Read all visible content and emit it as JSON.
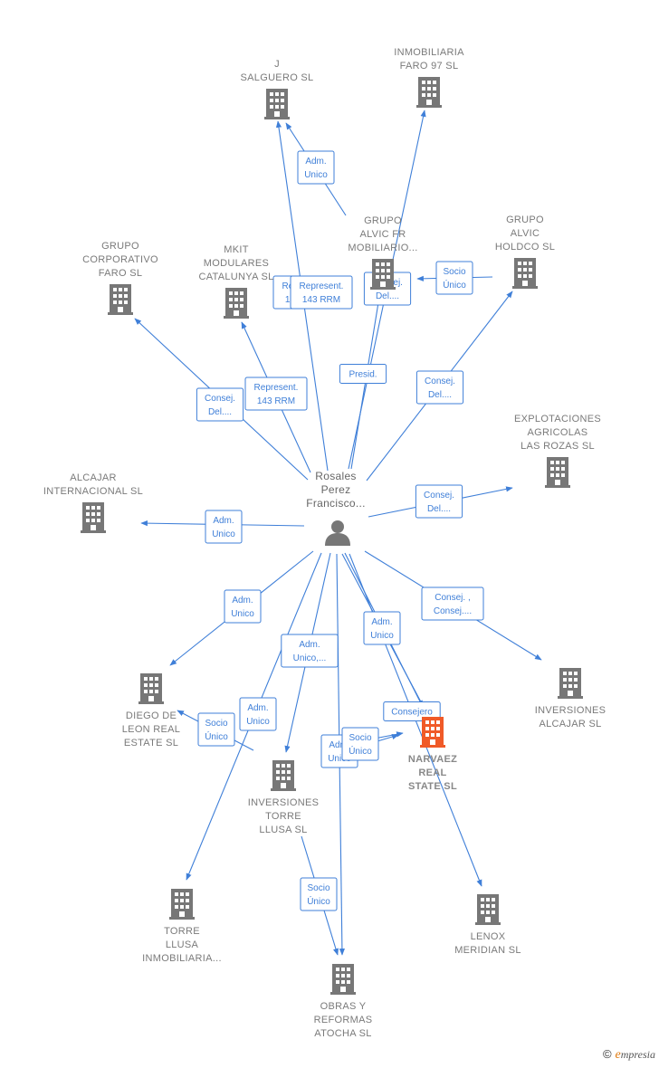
{
  "colors": {
    "edge": "#3f7fd8",
    "building": "#777777",
    "building_highlight": "#f05a28",
    "person": "#777777"
  },
  "center": {
    "id": "rosales",
    "lines": [
      "Rosales",
      "Perez",
      "Francisco..."
    ],
    "icon": "person-icon"
  },
  "nodes": [
    {
      "id": "j_salguero",
      "lines": [
        "J",
        "SALGUERO  SL"
      ]
    },
    {
      "id": "inmob_faro",
      "lines": [
        "INMOBILIARIA",
        "FARO 97 SL"
      ]
    },
    {
      "id": "grupo_alvic_fr",
      "lines": [
        "GRUPO",
        "ALVIC FR",
        "MOBILIARIO..."
      ]
    },
    {
      "id": "grupo_alvic_holdco",
      "lines": [
        "GRUPO",
        "ALVIC",
        "HOLDCO  SL"
      ]
    },
    {
      "id": "grupo_corp_faro",
      "lines": [
        "GRUPO",
        "CORPORATIVO",
        "FARO  SL"
      ]
    },
    {
      "id": "mkit",
      "lines": [
        "MKIT",
        "MODULARES",
        "CATALUNYA SL"
      ]
    },
    {
      "id": "explotaciones",
      "lines": [
        "EXPLOTACIONES",
        "AGRICOLAS",
        "LAS ROZAS SL"
      ]
    },
    {
      "id": "alcajar_int",
      "lines": [
        "ALCAJAR",
        "INTERNACIONAL SL"
      ]
    },
    {
      "id": "diego_leon",
      "lines": [
        "DIEGO DE",
        "LEON REAL",
        "ESTATE  SL"
      ]
    },
    {
      "id": "inversiones_alcajar",
      "lines": [
        "INVERSIONES",
        "ALCAJAR  SL"
      ]
    },
    {
      "id": "narvaez",
      "lines": [
        "NARVAEZ",
        "REAL",
        "STATE  SL"
      ],
      "highlight": true
    },
    {
      "id": "inv_torre_llusa",
      "lines": [
        "INVERSIONES",
        "TORRE",
        "LLUSA  SL"
      ]
    },
    {
      "id": "torre_llusa_inmob",
      "lines": [
        "TORRE",
        "LLUSA",
        "INMOBILIARIA..."
      ]
    },
    {
      "id": "lenox",
      "lines": [
        "LENOX",
        "MERIDIAN  SL"
      ]
    },
    {
      "id": "obras_reformas",
      "lines": [
        "OBRAS Y",
        "REFORMAS",
        "ATOCHA  SL"
      ]
    }
  ],
  "edges": [
    {
      "from": "rosales",
      "to": "j_salguero",
      "lines": [
        "Represent.",
        "143 RRM"
      ]
    },
    {
      "from": "grupo_alvic_fr",
      "to": "j_salguero",
      "lines": [
        "Adm.",
        "Unico"
      ]
    },
    {
      "from": "rosales",
      "to": "inmob_faro",
      "lines": [
        "Presid."
      ]
    },
    {
      "from": "grupo_alvic_fr",
      "to": "mkit",
      "lines": [
        "Represent.",
        "143 RRM"
      ]
    },
    {
      "from": "rosales",
      "to": "grupo_alvic_fr",
      "lines": [
        "Consej.",
        "Del...."
      ]
    },
    {
      "from": "grupo_alvic_holdco",
      "to": "grupo_alvic_fr",
      "lines": [
        "Socio",
        "Único"
      ]
    },
    {
      "from": "rosales",
      "to": "grupo_alvic_holdco",
      "lines": [
        "Consej.",
        "Del...."
      ]
    },
    {
      "from": "rosales",
      "to": "grupo_corp_faro",
      "lines": [
        "Consej.",
        "Del...."
      ]
    },
    {
      "from": "rosales",
      "to": "mkit",
      "lines": [
        "Represent.",
        "143 RRM"
      ]
    },
    {
      "from": "rosales",
      "to": "explotaciones",
      "lines": [
        "Consej.",
        "Del...."
      ]
    },
    {
      "from": "rosales",
      "to": "alcajar_int",
      "lines": [
        "Adm.",
        "Unico"
      ]
    },
    {
      "from": "rosales",
      "to": "diego_leon",
      "lines": [
        "Adm.",
        "Unico"
      ]
    },
    {
      "from": "rosales",
      "to": "inversiones_alcajar",
      "lines": [
        "Consej. ,",
        "Consej...."
      ]
    },
    {
      "from": "rosales",
      "to": "inv_torre_llusa",
      "lines": [
        "Adm.",
        "Unico,..."
      ]
    },
    {
      "from": "rosales",
      "to": "torre_llusa_inmob",
      "lines": [
        "Adm.",
        "Unico"
      ]
    },
    {
      "from": "inv_torre_llusa",
      "to": "diego_leon",
      "lines": [
        "Socio",
        "Único"
      ]
    },
    {
      "from": "rosales",
      "to": "narvaez",
      "lines": [
        "Adm.",
        "Unico"
      ]
    },
    {
      "from": "rosales",
      "to": "narvaez",
      "lines": [
        "Consejero"
      ]
    },
    {
      "from": "inv_torre_llusa",
      "to": "narvaez",
      "lines": [
        "Adm.",
        "Unico"
      ]
    },
    {
      "from": "inv_torre_llusa",
      "to": "narvaez",
      "lines": [
        "Socio",
        "Único"
      ]
    },
    {
      "from": "rosales",
      "to": "lenox",
      "lines": []
    },
    {
      "from": "rosales",
      "to": "obras_reformas",
      "lines": []
    },
    {
      "from": "inv_torre_llusa",
      "to": "obras_reformas",
      "lines": [
        "Socio",
        "Único"
      ]
    }
  ],
  "brand": {
    "copyright": "©",
    "first_letter": "e",
    "rest": "mpresia"
  }
}
